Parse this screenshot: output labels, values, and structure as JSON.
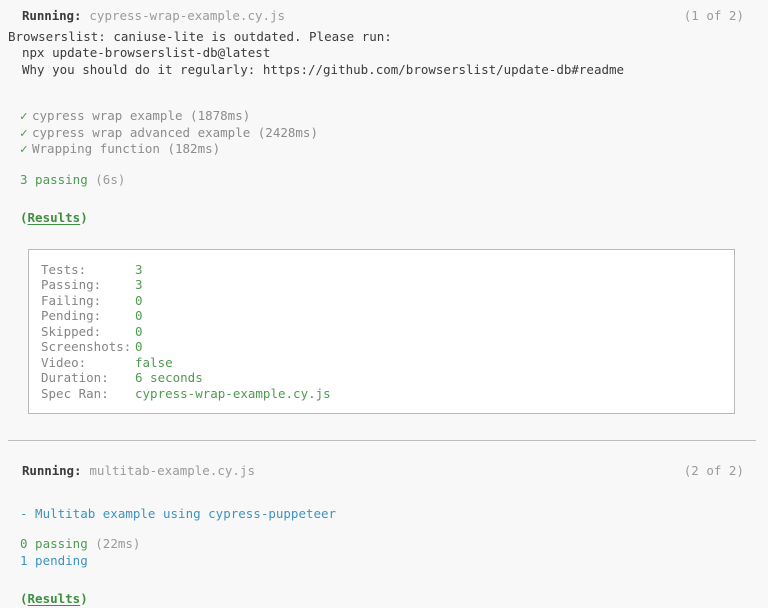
{
  "specs": [
    {
      "running_label": "Running:",
      "spec_file": "cypress-wrap-example.cy.js",
      "counter": "(1 of 2)",
      "warnings": [
        "Browserslist: caniuse-lite is outdated. Please run:",
        "npx update-browserslist-db@latest",
        "Why you should do it regularly: https://github.com/browserslist/update-db#readme"
      ],
      "check_glyph": "✓",
      "tests": [
        "cypress wrap example (1878ms)",
        "cypress wrap advanced example (2428ms)",
        "Wrapping function (182ms)"
      ],
      "summary": {
        "passing_text": "3 passing",
        "passing_time": "(6s)"
      },
      "results_heading": {
        "open_paren": "(",
        "label": "Results",
        "close_paren": ")"
      },
      "results_rows": [
        {
          "label": "Tests:",
          "value": "3"
        },
        {
          "label": "Passing:",
          "value": "3"
        },
        {
          "label": "Failing:",
          "value": "0"
        },
        {
          "label": "Pending:",
          "value": "0"
        },
        {
          "label": "Skipped:",
          "value": "0"
        },
        {
          "label": "Screenshots:",
          "value": "0"
        },
        {
          "label": "Video:",
          "value": "false"
        },
        {
          "label": "Duration:",
          "value": "6 seconds"
        },
        {
          "label": "Spec Ran:",
          "value": "cypress-wrap-example.cy.js"
        }
      ]
    },
    {
      "running_label": "Running:",
      "spec_file": "multitab-example.cy.js",
      "counter": "(2 of 2)",
      "pending_items": [
        "- Multitab example using cypress-puppeteer"
      ],
      "summary": {
        "passing_text": "0 passing",
        "passing_time": "(22ms)",
        "pending_text": "1 pending"
      },
      "results_heading": {
        "open_paren": "(",
        "label": "Results",
        "close_paren": ")"
      }
    }
  ],
  "colors": {
    "background": "#f8f8f8",
    "pass_green": "#4e9a51",
    "heading_green": "#3f8f42",
    "pending_blue": "#3d93bf",
    "dim_gray": "#9b9b9b",
    "label_gray": "#858585",
    "text_dark": "#3c3c3c",
    "border_gray": "#b9b9b9",
    "divider_gray": "#bdbdbd",
    "box_background": "#ffffff"
  }
}
